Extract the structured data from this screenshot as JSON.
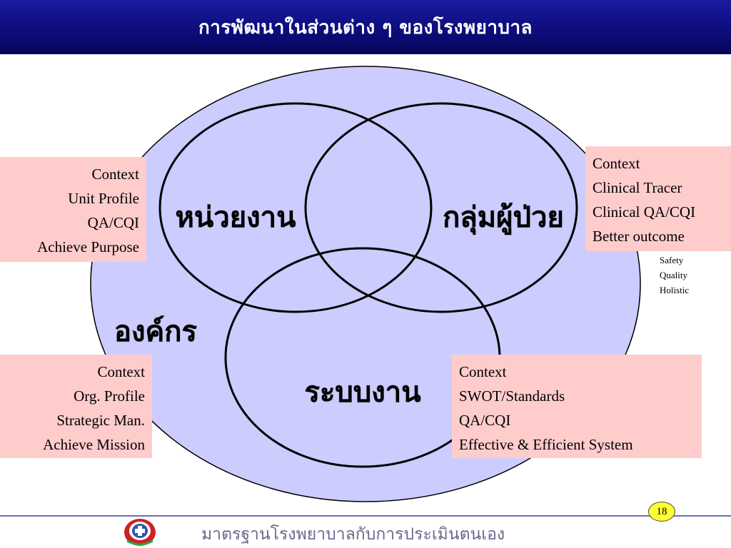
{
  "title": "การพัฒนาในส่วนต่าง ๆ ของโรงพยาบาล",
  "diagram": {
    "outer_label": "องค์กร",
    "circle_unit_label": "หน่วยงาน",
    "circle_patient_label": "กลุ่มผู้ป่วย",
    "circle_system_label": "ระบบงาน"
  },
  "boxes": {
    "unit": [
      "Context",
      "Unit Profile",
      "QA/CQI",
      "Achieve Purpose"
    ],
    "org": [
      "Context",
      "Org. Profile",
      "Strategic Man.",
      "Achieve Mission"
    ],
    "patient": [
      "Context",
      "Clinical Tracer",
      "Clinical QA/CQI",
      "Better outcome"
    ],
    "system": [
      "Context",
      "SWOT/Standards",
      "QA/CQI",
      "Effective & Efficient System"
    ]
  },
  "side_notes": [
    "Safety",
    "Quality",
    "Holistic"
  ],
  "footer": {
    "page_number": "18",
    "text": "มาตรฐานโรงพยาบาลกับการประเมินตนเอง"
  },
  "colors": {
    "title_bar": "#0c0c7a",
    "outer_ellipse_fill": "#ccccff",
    "box_fill": "#ffcccc",
    "page_badge": "#ffff33"
  }
}
